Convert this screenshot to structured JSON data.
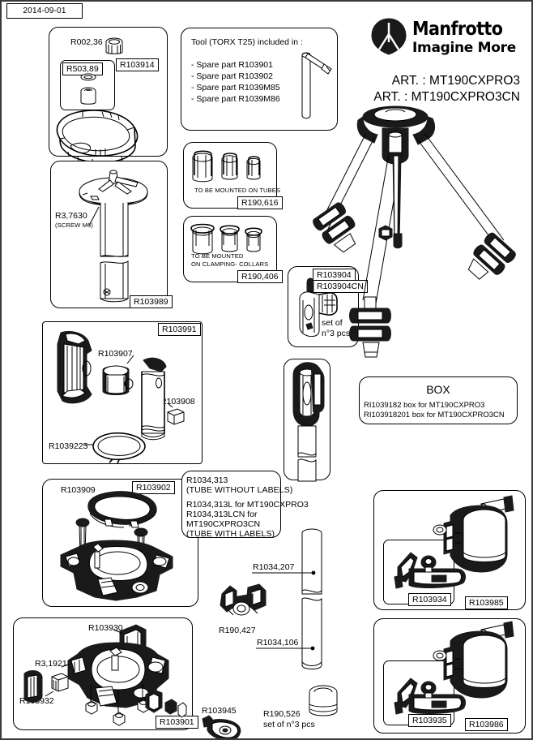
{
  "document": {
    "date": "2014-09-01",
    "brand_name": "Manfrotto",
    "brand_tagline": "Imagine More",
    "article_1": "ART. : MT190CXPRO3",
    "article_2": "ART. : MT190CXPRO3CN"
  },
  "tool_note": {
    "title": "Tool (TORX T25) included in :",
    "items": [
      "- Spare part R103901",
      "- Spare part R103902",
      "- Spare part R1039M85",
      "- Spare part R1039M86"
    ]
  },
  "box_note": {
    "title": "BOX",
    "line1": "RI1039182 box for MT190CXPRO3",
    "line2": "RI103918201 box for MT190CXPRO3CN"
  },
  "tube_note": {
    "line1": "R1034,313",
    "line2": "(TUBE WITHOUT LABELS)",
    "line3": "R1034,313L for MT190CXPRO3",
    "line4": "R1034,313LCN for",
    "line5": "MT190CXPRO3CN",
    "line6": "(TUBE WITH LABELS)"
  },
  "panels": {
    "top_left": {
      "code": "R103914",
      "part_top": "R002,36",
      "inner_code": "R503,89"
    },
    "column": {
      "code": "R103989",
      "screw_label": "R3,7630",
      "screw_sub": "(SCREW M6)"
    },
    "tubes_mount": {
      "code": "R190,616",
      "caption": "TO BE MOUNTED ON TUBES"
    },
    "collars_mount": {
      "code": "R190,406",
      "caption_line1": "TO BE MOUNTED",
      "caption_line2": "ON CLAMPING- COLLARS"
    },
    "leg_lock": {
      "code_1": "R103904",
      "code_2": "R103904CN",
      "set_line1": "set of",
      "set_line2": "n°3 pcs"
    },
    "shoulder": {
      "code": "R103991",
      "part_1": "R103907",
      "part_2": "R103908",
      "part_3": "R1039225"
    },
    "top_casting": {
      "code": "R103902",
      "part_1": "R103909"
    },
    "base_casting": {
      "code": "R103901",
      "part_1": "R103930",
      "part_2": "R3,1921",
      "part_3": "R103932"
    },
    "collar_upper": {
      "code_outer": "R103985",
      "code_inner": "R103934"
    },
    "collar_lower": {
      "code_outer": "R103986",
      "code_inner": "R103935"
    }
  },
  "loose_parts": {
    "tube_207": "R1034,207",
    "tube_106": "R1034,106",
    "spider": "R190,427",
    "foot": "R103945",
    "ferrule_code": "R190,526",
    "ferrule_set": "set of n°3 pcs"
  }
}
